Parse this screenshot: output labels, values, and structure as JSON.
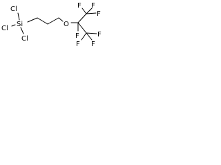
{
  "molecule": {
    "atoms": {
      "cl_top": "Cl",
      "cl_left": "Cl",
      "cl_bottom": "Cl",
      "si": "Si",
      "o": "O",
      "f_top_left": "F",
      "f_top_right": "F",
      "f_right": "F",
      "f_mid_left": "F",
      "f_bottom_left": "F",
      "f_bottom_right": "F",
      "f_lower_right": "F"
    }
  },
  "colors": {
    "bond": "#000000",
    "text": "#000000",
    "background": "#ffffff"
  }
}
